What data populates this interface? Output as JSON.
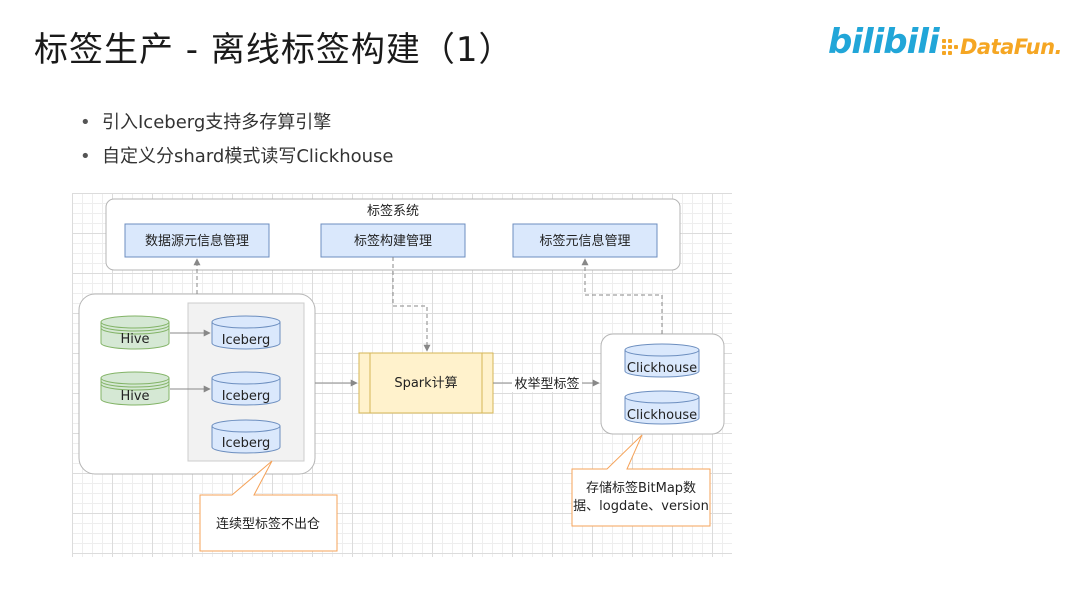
{
  "header": {
    "title": "标签生产 - 离线标签构建（1）",
    "logo_bilibili": "bilibili",
    "logo_datafun": "DataFun."
  },
  "bullets": [
    "引入Iceberg支持多存算引擎",
    "自定义分shard模式读写Clickhouse"
  ],
  "diagram": {
    "system_title": "标签系统",
    "modules": [
      "数据源元信息管理",
      "标签构建管理",
      "标签元信息管理"
    ],
    "hive_label": "Hive",
    "iceberg_label": "Iceberg",
    "spark_label": "Spark计算",
    "enum_edge_label": "枚举型标签",
    "clickhouse_label": "Clickhouse",
    "callout_left": "连续型标签不出仓",
    "callout_right_line1": "存储标签BitMap数",
    "callout_right_line2": "据、logdate、version"
  },
  "colors": {
    "module_fill": "#dae8fc",
    "module_stroke": "#6c8ebf",
    "hive_fill": "#d5e8d4",
    "hive_stroke": "#82b366",
    "spark_fill": "#fff2cc",
    "spark_stroke": "#d6b656",
    "callout_stroke": "#f5a35a",
    "datafun_orange": "#f5a623",
    "bilibili_blue": "#21a6d8"
  }
}
